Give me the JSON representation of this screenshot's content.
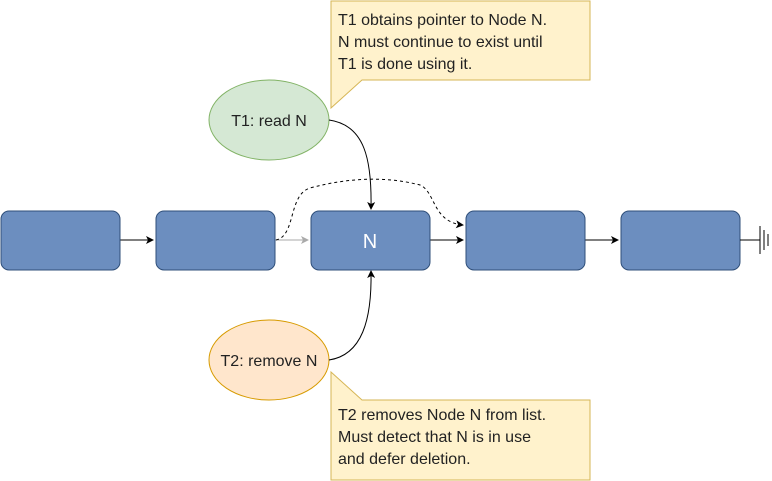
{
  "nodes": [
    {
      "id": "node-1",
      "label": ""
    },
    {
      "id": "node-2",
      "label": ""
    },
    {
      "id": "node-n",
      "label": "N"
    },
    {
      "id": "node-4",
      "label": ""
    },
    {
      "id": "node-5",
      "label": ""
    }
  ],
  "threads": {
    "t1": {
      "label": "T1: read N"
    },
    "t2": {
      "label": "T2: remove N"
    }
  },
  "notes": {
    "t1": {
      "lines": [
        "T1 obtains pointer to Node N.",
        "N must continue to exist until",
        "T1 is done using it."
      ]
    },
    "t2": {
      "lines": [
        "T2 removes Node N from list.",
        "Must detect that N is in use",
        "and defer deletion."
      ]
    }
  },
  "colors": {
    "node_fill": "#6c8ebf",
    "node_stroke": "#2f4f7a",
    "node_text": "#ffffff",
    "t1_fill": "#d5e8d4",
    "t1_stroke": "#82b366",
    "t2_fill": "#ffe6cc",
    "t2_stroke": "#d79b00",
    "note_fill": "#fff2cc",
    "note_stroke": "#d6b656",
    "edge": "#000000",
    "edge_faded": "#aaaaaa",
    "text": "#222222"
  }
}
